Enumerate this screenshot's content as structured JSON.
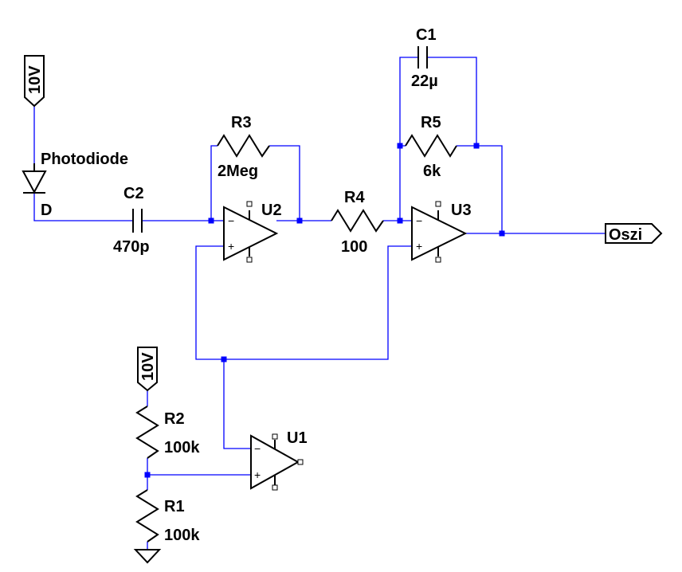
{
  "components": {
    "photodiode": {
      "name": "Photodiode",
      "terminal": "D"
    },
    "supply_top": {
      "label": "10V"
    },
    "supply_bottom": {
      "label": "10V"
    },
    "r1": {
      "name": "R1",
      "value": "100k"
    },
    "r2": {
      "name": "R2",
      "value": "100k"
    },
    "r3": {
      "name": "R3",
      "value": "2Meg"
    },
    "r4": {
      "name": "R4",
      "value": "100"
    },
    "r5": {
      "name": "R5",
      "value": "6k"
    },
    "c1": {
      "name": "C1",
      "value": "22µ"
    },
    "c2": {
      "name": "C2",
      "value": "470p"
    },
    "u1": {
      "name": "U1"
    },
    "u2": {
      "name": "U2"
    },
    "u3": {
      "name": "U3"
    },
    "output": {
      "label": "Oszi"
    }
  },
  "opamp_signs": {
    "minus": "−",
    "plus": "+"
  },
  "colors": {
    "wire": "#0000ff",
    "component": "#000000",
    "background": "#ffffff"
  }
}
